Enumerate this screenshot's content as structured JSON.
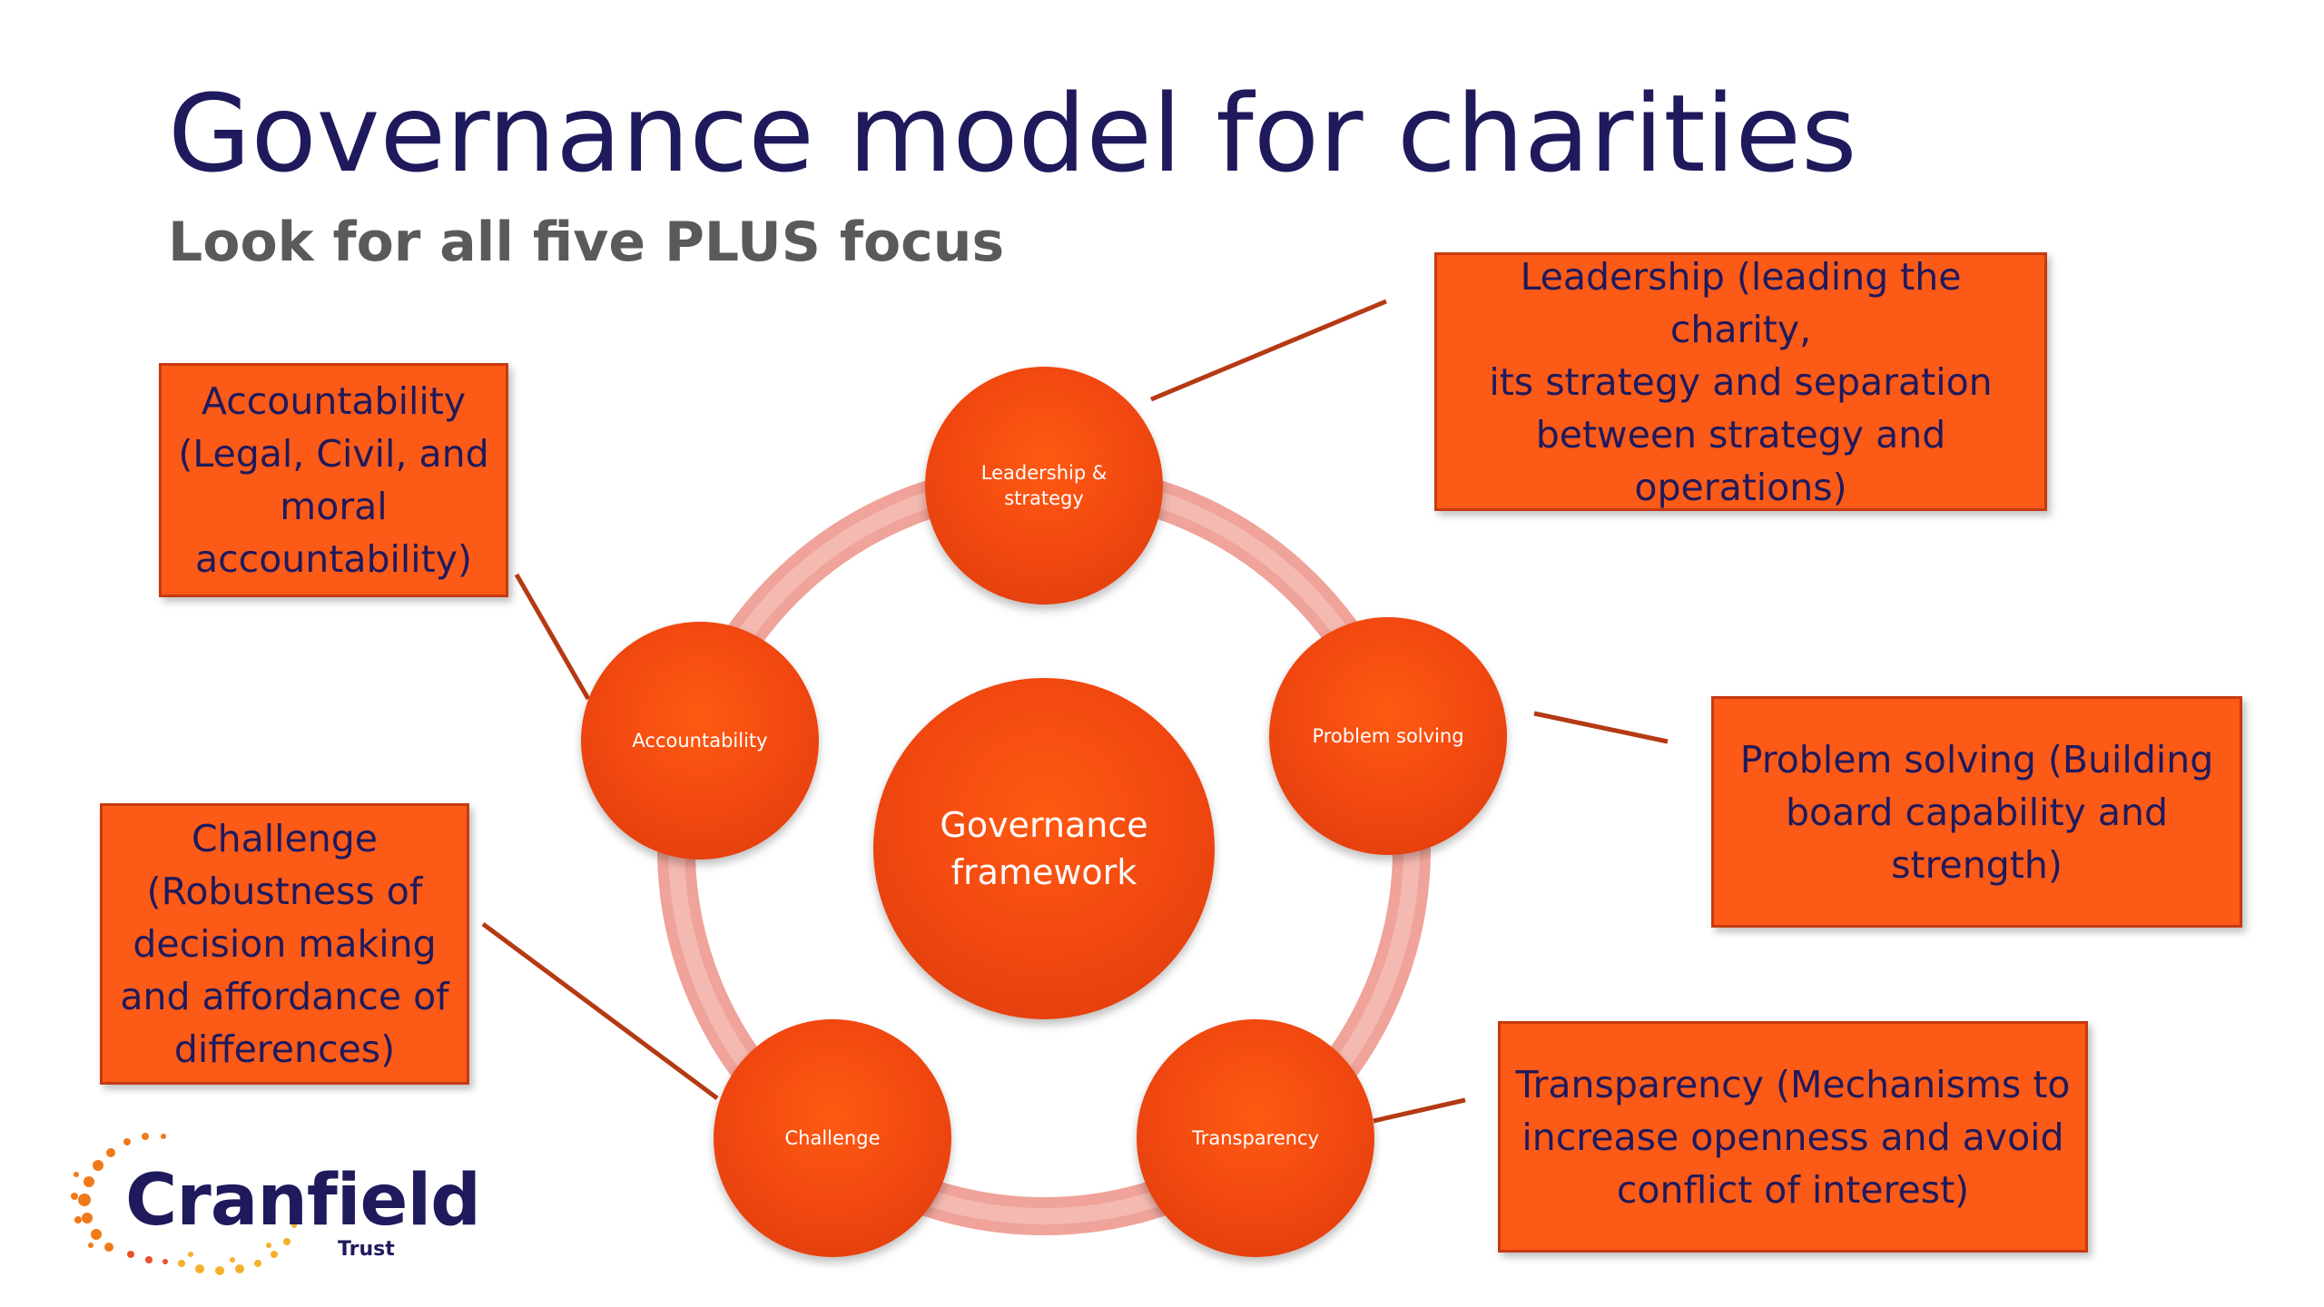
{
  "slide": {
    "title": "Governance model for charities",
    "subtitle": "Look for all five PLUS focus"
  },
  "diagram": {
    "center": {
      "label": "Governance framework"
    },
    "nodes": [
      {
        "id": "leadership",
        "label": "Leadership & strategy"
      },
      {
        "id": "problem",
        "label": "Problem solving"
      },
      {
        "id": "transparency",
        "label": "Transparency"
      },
      {
        "id": "challenge",
        "label": "Challenge"
      },
      {
        "id": "accountability",
        "label": "Accountability"
      }
    ],
    "callouts": [
      {
        "id": "leadership",
        "lines": [
          "Leadership (leading the charity,",
          "its strategy and separation",
          "between strategy and",
          "operations)"
        ]
      },
      {
        "id": "problem",
        "lines": [
          "Problem solving (Building",
          "board capability and",
          "strength)"
        ]
      },
      {
        "id": "transparency",
        "lines": [
          "Transparency (Mechanisms to",
          "increase openness and avoid",
          "conflict of interest)"
        ]
      },
      {
        "id": "challenge",
        "lines": [
          "Challenge",
          "(Robustness of",
          "decision making",
          "and affordance of",
          "differences)"
        ]
      },
      {
        "id": "accountability",
        "lines": [
          "Accountability",
          "(Legal, Civil, and",
          "moral",
          "accountability)"
        ]
      }
    ],
    "colors": {
      "node": "#f04710",
      "box": "#fb5a17",
      "ring": "#efa39a",
      "connector": "#b53a14",
      "title": "#1f1a5c"
    }
  },
  "logo": {
    "name": "Cranfield",
    "sub": "Trust"
  }
}
